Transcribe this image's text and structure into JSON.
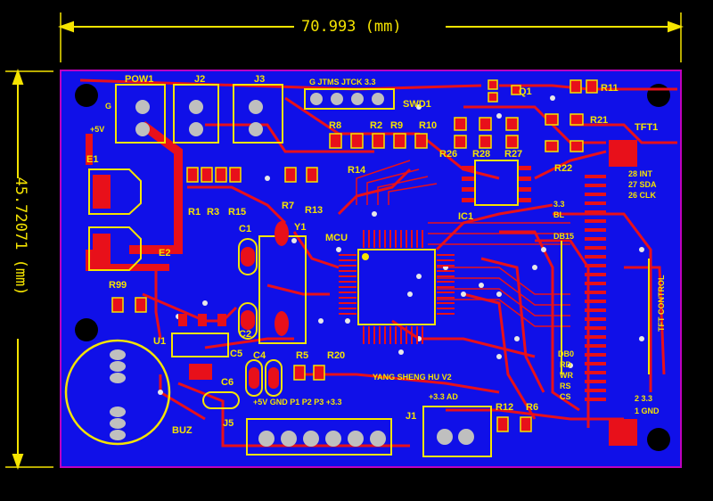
{
  "dimensions": {
    "width_label": "70.993 (mm)",
    "height_label": "45.72071 (mm)"
  },
  "colors": {
    "board": "#1010e8",
    "trace": "#e8101a",
    "silk": "#f5e400",
    "edge": "#c000c0",
    "pad": "#bfbfbf"
  },
  "labels": {
    "pow1": "POW1",
    "j2": "J2",
    "j3": "J3",
    "swd_header": "G  JTMS  JTCK  3.3",
    "swd1": "SWD1",
    "q1": "Q1",
    "r11": "R11",
    "r21": "R21",
    "tft1": "TFT1",
    "r8": "R8",
    "r2": "R2",
    "r9": "R9",
    "r10": "R10",
    "r26": "R26",
    "r28": "R28",
    "r27": "R27",
    "r22": "R22",
    "r14": "R14",
    "e1": "E1",
    "e2": "E2",
    "plus5v": "+5V",
    "g": "G",
    "r1": "R1",
    "r3": "R3",
    "r15": "R15",
    "r7": "R7",
    "r13": "R13",
    "c1": "C1",
    "y1": "Y1",
    "mcu": "MCU",
    "ic1": "IC1",
    "bl33": "3.3",
    "bl": "BL",
    "db15": "DB15",
    "tft_control": "TFT CONTROL",
    "tft_right": [
      "28  INT",
      "27  SDA",
      "26  CLK"
    ],
    "r99": "R99",
    "u1": "U1",
    "c2": "C2",
    "c5": "C5",
    "c4": "C4",
    "r5": "R5",
    "r20": "R20",
    "c6": "C6",
    "designer": "YANG SHENG HU V2",
    "db_block": [
      "DB0",
      "RD",
      "WR",
      "RS",
      "CS"
    ],
    "tft_bottom": [
      "2  3.3",
      "1  GND"
    ],
    "buz": "BUZ",
    "j5": "J5",
    "j5_pins": "+5V  GND  P1  P2  P3  +3.3",
    "j1": "J1",
    "j1_pins": "+3.3   AD",
    "r12": "R12",
    "r6": "R6"
  }
}
